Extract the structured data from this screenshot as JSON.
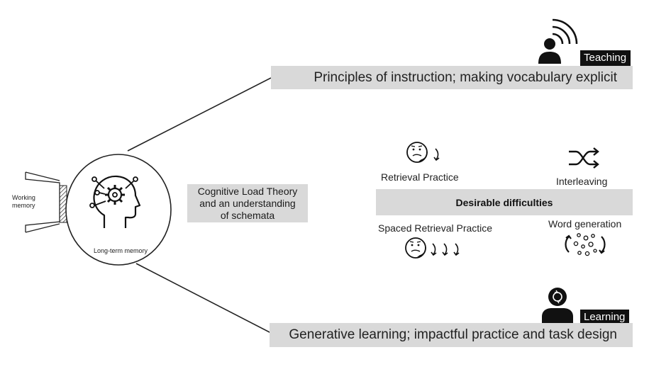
{
  "teaching": {
    "tag": "Teaching",
    "band_text": "Principles of instruction; making vocabulary explicit",
    "icon": "speaking-person-icon"
  },
  "learning": {
    "tag": "Learning",
    "band_text": "Generative learning; impactful practice and task design",
    "icon": "thinking-person-icon"
  },
  "memory": {
    "working": "Working\nmemory",
    "long_term": "Long-term memory",
    "icon": "head-gear-icon"
  },
  "cognitive_load": "Cognitive Load Theory\nand an understanding\nof schemata",
  "desirable": {
    "title": "Desirable difficulties",
    "retrieval": "Retrieval Practice",
    "interleaving": "Interleaving",
    "spaced": "Spaced Retrieval Practice",
    "word_generation": "Word generation"
  }
}
